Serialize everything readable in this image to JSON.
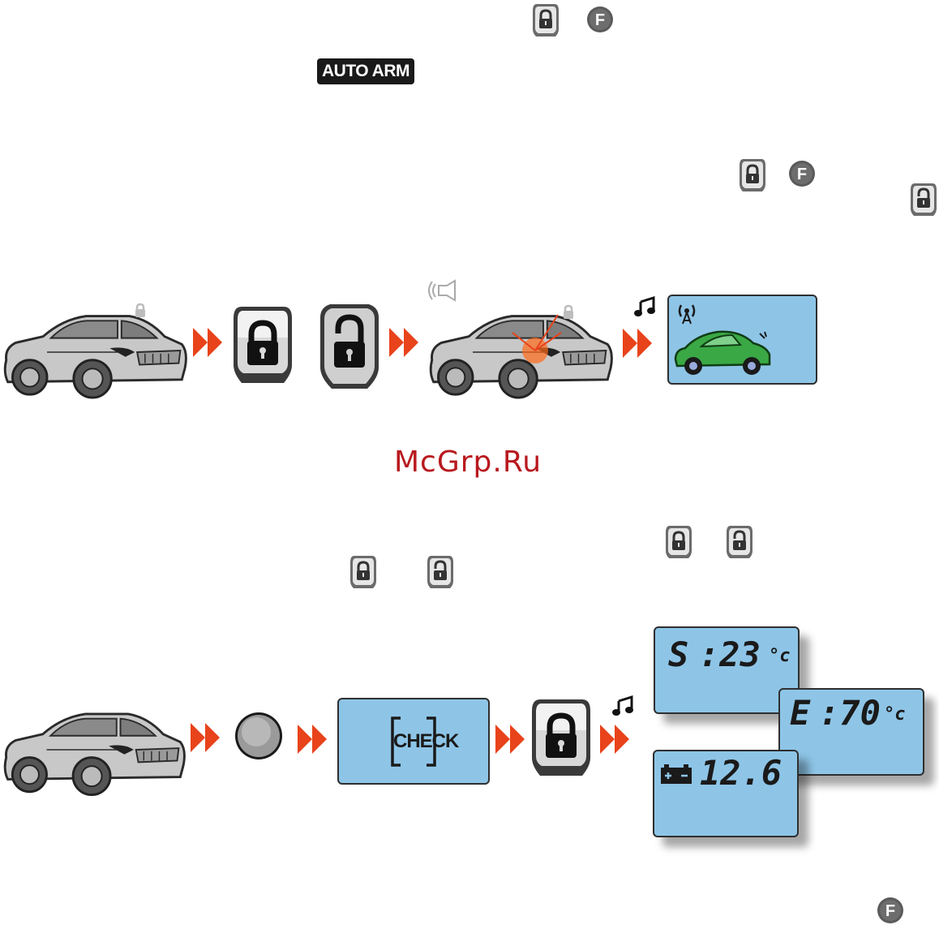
{
  "badges": {
    "auto_arm": "AUTO ARM"
  },
  "watermark": "McGrp.Ru",
  "check_screen": {
    "label": "CHECK"
  },
  "status_screens": [
    {
      "prefix": "S",
      "value": ":23",
      "unit": "°c"
    },
    {
      "prefix": "E",
      "value": ":70",
      "unit": "°c"
    },
    {
      "prefix": "battery",
      "value": "12.6",
      "unit": ""
    }
  ],
  "icons": {
    "lock_button": "lock-button-icon",
    "unlock_button": "unlock-button-icon",
    "function_button": "f-button-icon",
    "arrow": "double-arrow-icon",
    "music_note": "music-note-icon",
    "antenna": "antenna-icon",
    "siren": "siren-icon",
    "car": "car-icon",
    "sensor_button": "round-button-icon"
  },
  "colors": {
    "arrow": "#e8431b",
    "lcd": "#8ec5e7",
    "watermark": "#b8191e",
    "green_car": "#3aa845"
  }
}
